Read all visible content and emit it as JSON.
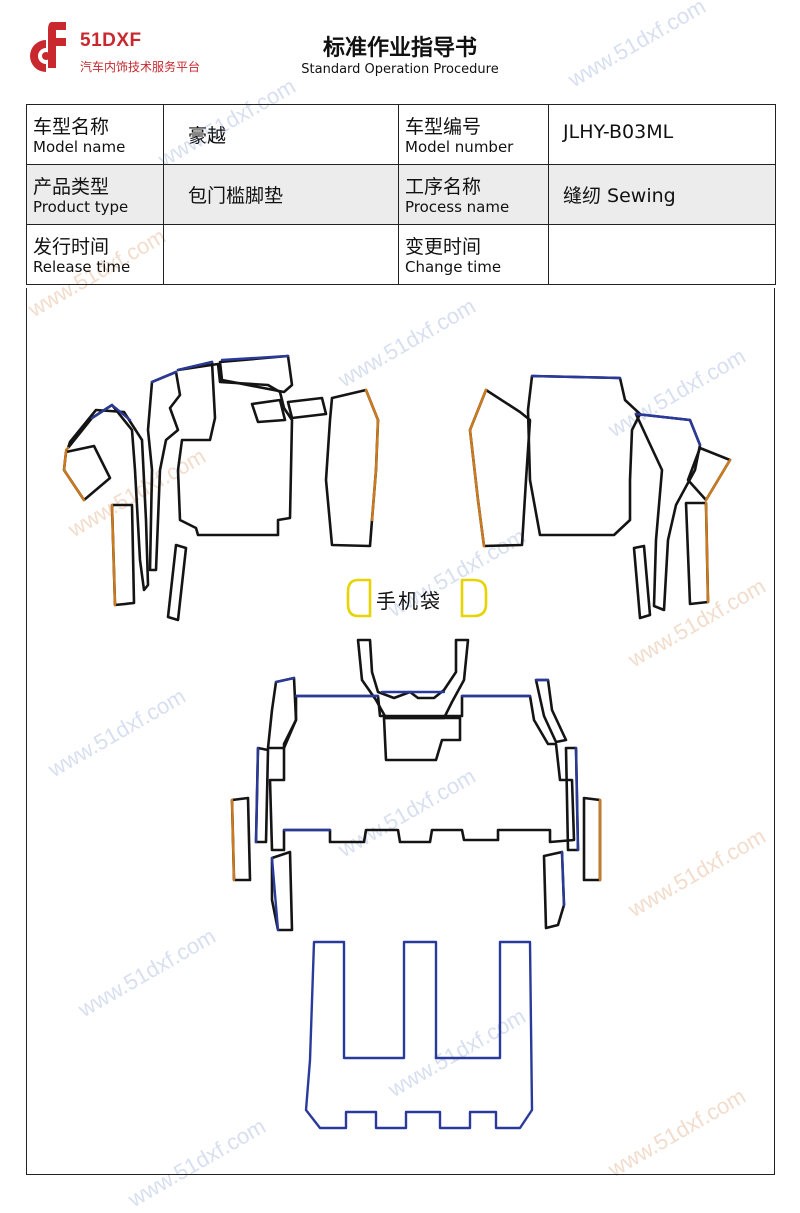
{
  "header": {
    "brand": "51DXF",
    "brand_subtitle": "汽车内饰技术服务平台",
    "title": "标准作业指导书",
    "title_en": "Standard Operation Procedure"
  },
  "info": {
    "model_name_cn": "车型名称",
    "model_name_en": "Model name",
    "model_name_value": "豪越",
    "model_number_cn": "车型编号",
    "model_number_en": "Model number",
    "model_number_value": "JLHY-B03ML",
    "product_type_cn": "产品类型",
    "product_type_en": "Product type",
    "product_type_value": "包门槛脚垫",
    "process_name_cn": "工序名称",
    "process_name_en": "Process name",
    "process_name_value": "缝纫 Sewing",
    "release_time_cn": "发行时间",
    "release_time_en": "Release time",
    "release_time_value": "",
    "change_time_cn": "变更时间",
    "change_time_en": "Change time",
    "change_time_value": ""
  },
  "drawing": {
    "phone_pocket_label": "手机袋"
  },
  "watermark": "www.51dxf.com",
  "colors": {
    "brand_red": "#c8282e",
    "outline_black": "#141414",
    "outline_blue": "#2a3a9a",
    "outline_orange": "#cc7a1c",
    "outline_yellow": "#e6d400"
  }
}
